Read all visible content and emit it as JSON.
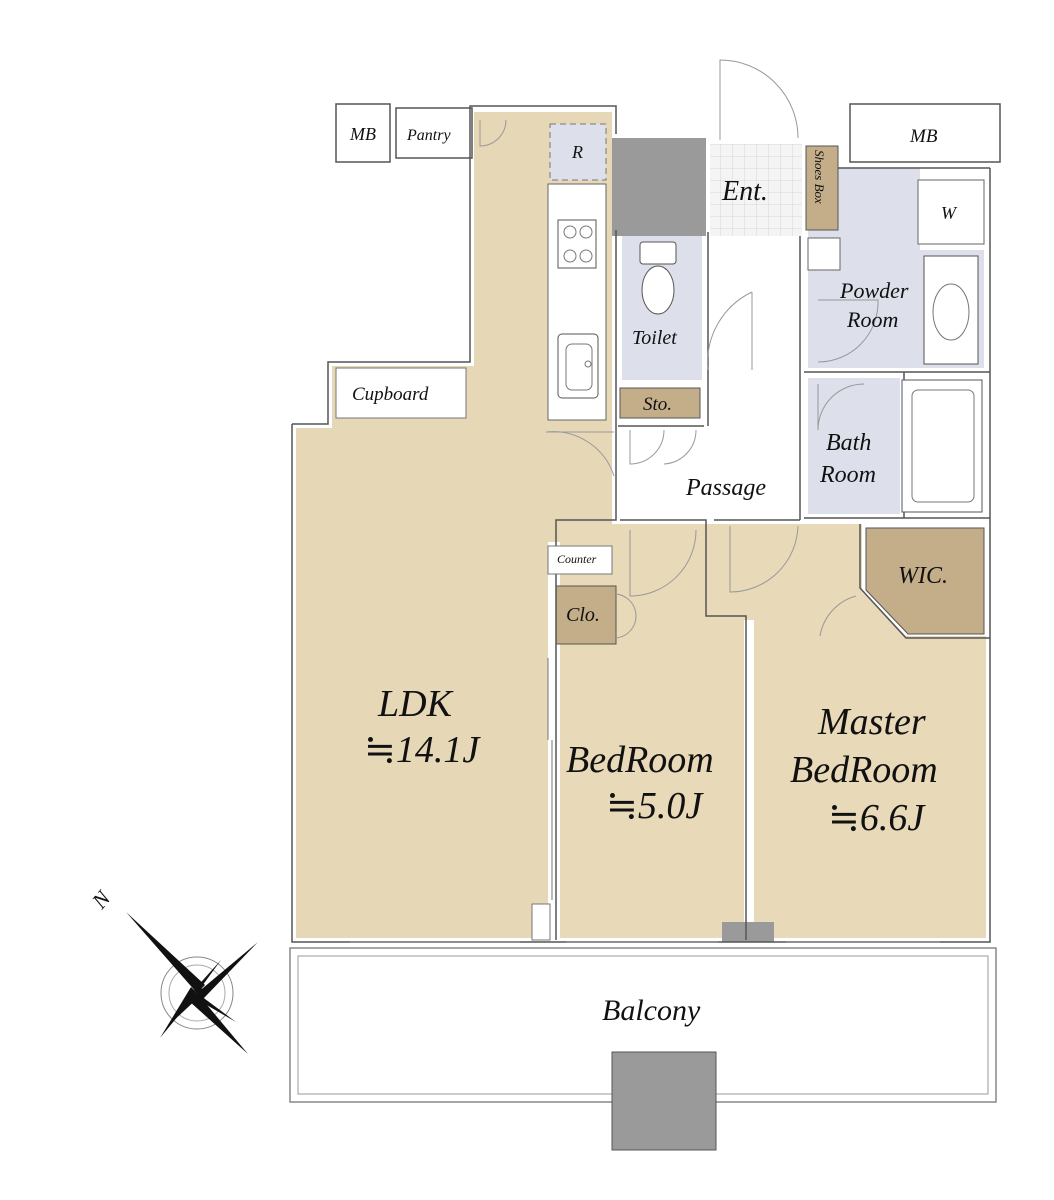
{
  "labels": {
    "mb_left": "MB",
    "pantry": "Pantry",
    "fridge": "R",
    "entrance": "Ent.",
    "shoes_box": "Shoes Box",
    "mb_right": "MB",
    "washer": "W",
    "toilet": "Toilet",
    "powder_room_1": "Powder",
    "powder_room_2": "Room",
    "cupboard": "Cupboard",
    "storage": "Sto.",
    "bath_room_1": "Bath",
    "bath_room_2": "Room",
    "passage": "Passage",
    "counter": "Counter",
    "closet": "Clo.",
    "wic": "WIC.",
    "ldk_name": "LDK",
    "ldk_size": "≒14.1J",
    "bedroom_name": "BedRoom",
    "bedroom_size": "≒5.0J",
    "master_name_1": "Master",
    "master_name_2": "BedRoom",
    "master_size": "≒6.6J",
    "balcony": "Balcony",
    "compass_north": "N"
  },
  "colors": {
    "living": "#e6d7b7",
    "bedroom": "#e8d9b8",
    "wet": "#dde0ea",
    "storage": "#c4ae8a",
    "pipe_shaft": "#9a9a9a",
    "entrance_tile": "#f2f2f2",
    "wall": "#8c8c8c"
  }
}
